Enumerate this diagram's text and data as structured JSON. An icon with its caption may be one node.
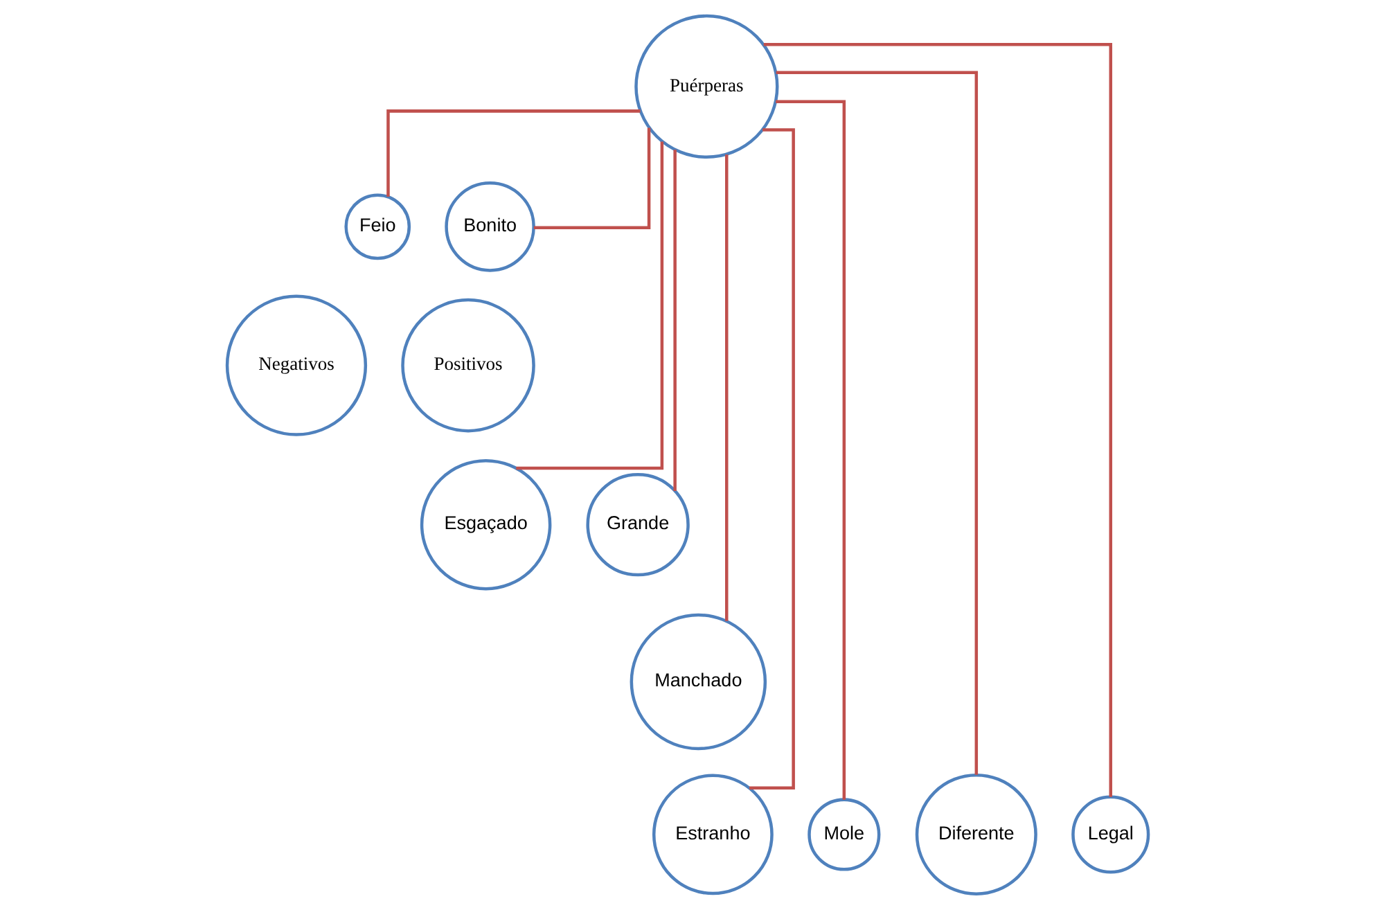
{
  "diagram": {
    "nodes": [
      {
        "text": [
          "Puérperas"
        ]
      },
      {
        "text": [
          "Feio"
        ]
      },
      {
        "text": [
          "Bonito"
        ]
      },
      {
        "text": [
          "Negativos"
        ]
      },
      {
        "text": [
          "Positivos"
        ]
      },
      {
        "text": [
          "Esgaçado"
        ]
      },
      {
        "text": [
          "Grande"
        ]
      },
      {
        "text": [
          "Manchado"
        ]
      },
      {
        "text": [
          "Estranho"
        ]
      },
      {
        "text": [
          "Mole"
        ]
      },
      {
        "text": [
          "Diferente"
        ]
      },
      {
        "text": [
          "Legal"
        ]
      }
    ],
    "edges": [
      {
        "from": 0,
        "to": 1,
        "arrow": "none"
      },
      {
        "from": 0,
        "to": 2,
        "arrow": "none"
      },
      {
        "from": 0,
        "to": 5,
        "arrow": "none"
      },
      {
        "from": 0,
        "to": 6,
        "arrow": "none"
      },
      {
        "from": 0,
        "to": 7,
        "arrow": "none"
      },
      {
        "from": 0,
        "to": 8,
        "arrow": "none"
      },
      {
        "from": 0,
        "to": 9,
        "arrow": "none"
      },
      {
        "from": 0,
        "to": 10,
        "arrow": "none"
      },
      {
        "from": 0,
        "to": 11,
        "arrow": "none"
      }
    ]
  }
}
